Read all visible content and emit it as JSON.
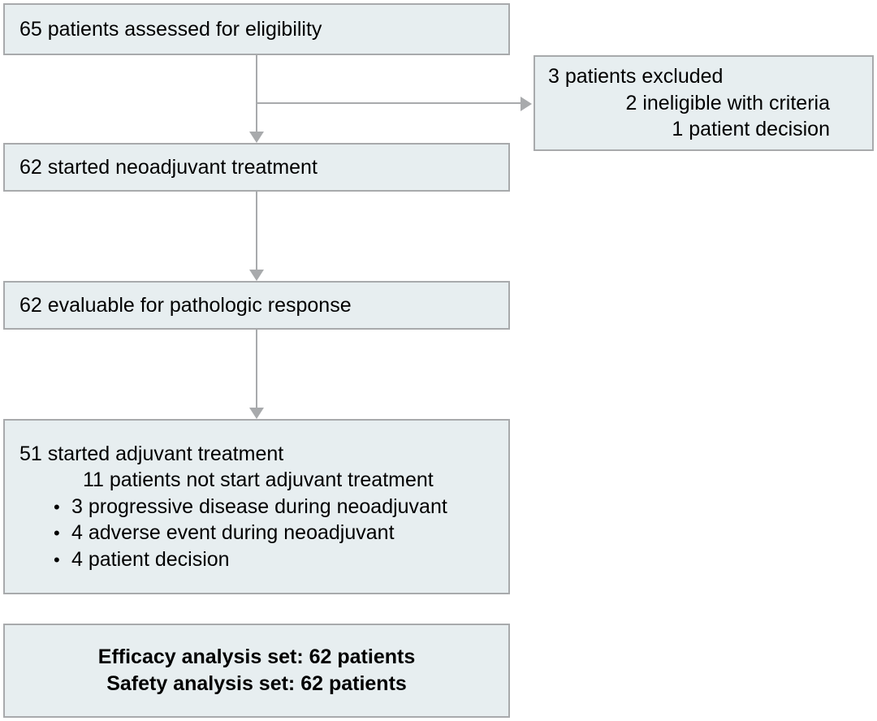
{
  "diagram": {
    "type": "consort-patient-flow",
    "colors": {
      "box_fill": "#e7eef0",
      "box_border": "#a8aaac",
      "connector": "#a8aaac",
      "text": "#000000",
      "background": "#ffffff"
    },
    "nodes": {
      "eligibility": {
        "text": "65 patients assessed for eligibility",
        "count": 65
      },
      "excluded": {
        "heading": "3 patients excluded",
        "count": 3,
        "reasons": [
          "2 ineligible with criteria",
          "1 patient decision"
        ]
      },
      "neoadjuvant": {
        "text": "62 started neoadjuvant treatment",
        "count": 62
      },
      "evaluable": {
        "text": "62 evaluable for pathologic response",
        "count": 62
      },
      "adjuvant": {
        "heading": "51 started adjuvant treatment",
        "count": 51,
        "subheading": "11 patients not start adjuvant treatment",
        "not_started_count": 11,
        "bullet_glyph": "•",
        "reasons": [
          "3 progressive disease during neoadjuvant",
          "4 adverse event during neoadjuvant",
          "4 patient decision"
        ]
      },
      "analysis": {
        "efficacy": "Efficacy analysis set: 62 patients",
        "safety": "Safety analysis set: 62 patients"
      }
    },
    "connectors": [
      {
        "name": "eligibility-to-neoadjuvant",
        "kind": "arrow-down"
      },
      {
        "name": "eligibility-to-excluded",
        "kind": "arrow-right"
      },
      {
        "name": "neoadjuvant-to-evaluable",
        "kind": "arrow-down"
      },
      {
        "name": "evaluable-to-adjuvant",
        "kind": "arrow-down"
      }
    ]
  }
}
